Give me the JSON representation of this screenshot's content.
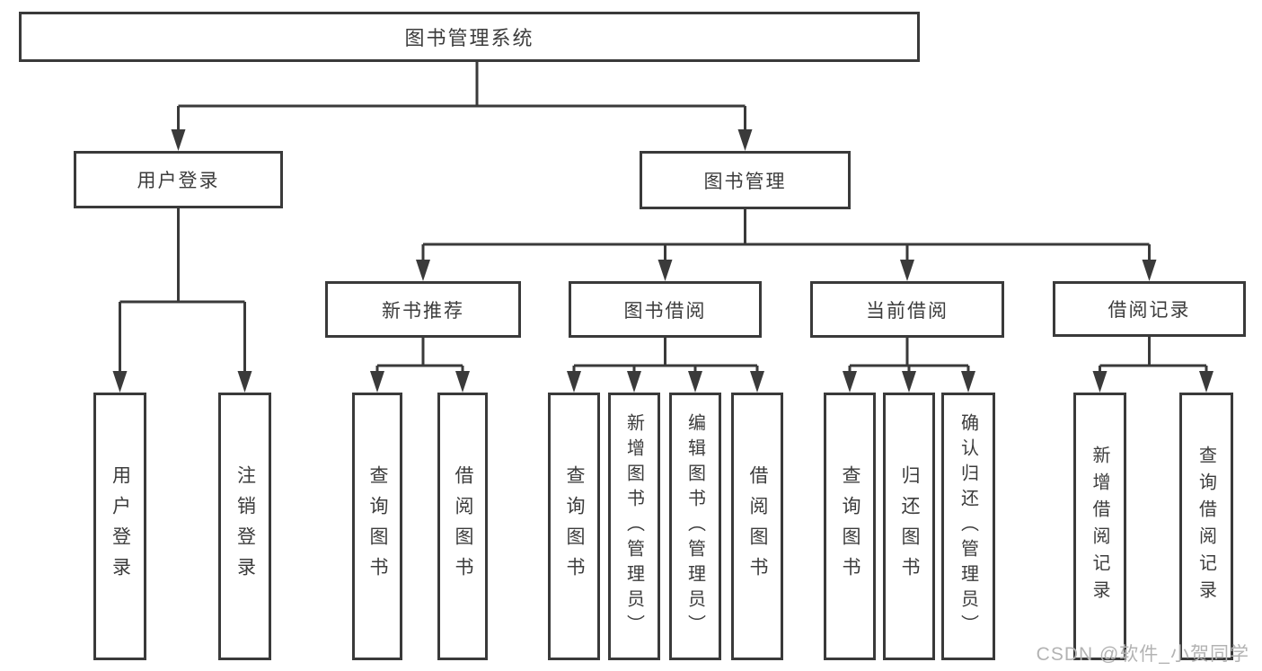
{
  "diagram_title": "图书管理系统",
  "colors": {
    "line": "#3a3a3a",
    "text": "#3c3c3c",
    "background": "#ffffff",
    "watermark": "#b3b3b3"
  },
  "watermark": {
    "text": "CSDN @软件_小贺同学"
  },
  "tree": {
    "label": "图书管理系统",
    "children": [
      {
        "label": "用户登录",
        "children": [
          {
            "label": "用户登录"
          },
          {
            "label": "注销登录"
          }
        ]
      },
      {
        "label": "图书管理",
        "children": [
          {
            "label": "新书推荐",
            "children": [
              {
                "label": "查询图书"
              },
              {
                "label": "借阅图书"
              }
            ]
          },
          {
            "label": "图书借阅",
            "children": [
              {
                "label": "查询图书"
              },
              {
                "label": "新增图书（管理员）"
              },
              {
                "label": "编辑图书（管理员）"
              },
              {
                "label": "借阅图书"
              }
            ]
          },
          {
            "label": "当前借阅",
            "children": [
              {
                "label": "查询图书"
              },
              {
                "label": "归还图书"
              },
              {
                "label": "确认归还（管理员）"
              }
            ]
          },
          {
            "label": "借阅记录",
            "children": [
              {
                "label": "新增借阅记录"
              },
              {
                "label": "查询借阅记录"
              }
            ]
          }
        ]
      }
    ]
  }
}
